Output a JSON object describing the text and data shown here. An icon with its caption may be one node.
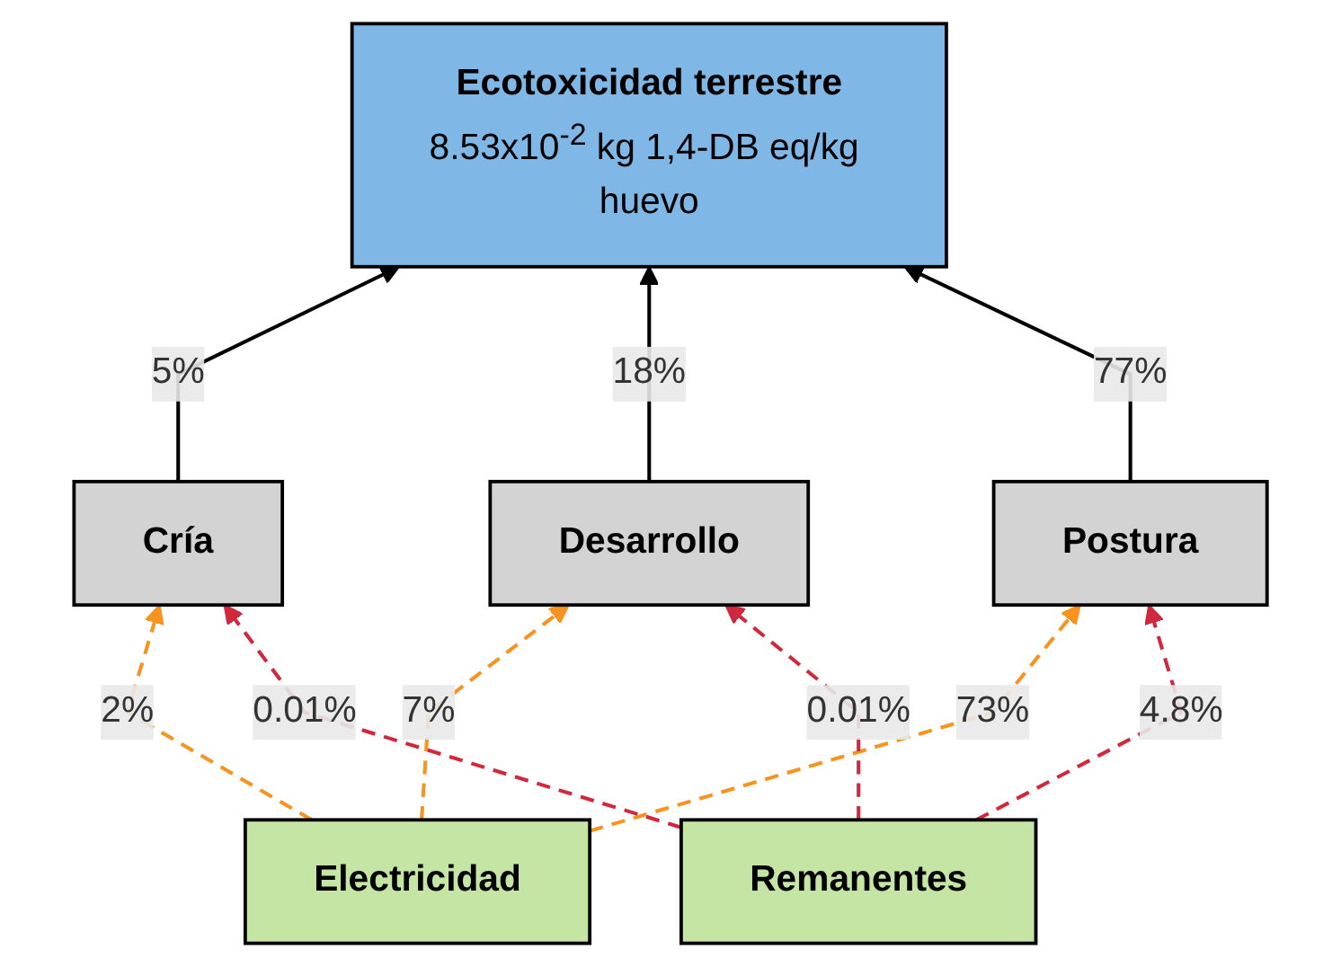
{
  "diagram": {
    "nodes": [
      {
        "text": [
          "Ecotoxicidad terrestre",
          "8.53x10$^{-2}$ kg 1,4-DB eq/kg huevo"
        ]
      },
      {
        "text": [
          "Cría"
        ]
      },
      {
        "text": [
          "Desarrollo"
        ]
      },
      {
        "text": [
          "Postura"
        ]
      },
      {
        "text": [
          "Electricidad"
        ]
      },
      {
        "text": [
          "Remanentes"
        ]
      }
    ],
    "edges": [
      {
        "from": 1,
        "to": 0,
        "arrow": "to",
        "label": "5%"
      },
      {
        "from": 2,
        "to": 0,
        "arrow": "to",
        "label": "18%"
      },
      {
        "from": 3,
        "to": 0,
        "arrow": "to",
        "label": "77%"
      },
      {
        "from": 4,
        "to": 1,
        "arrow": "to",
        "label": "2%",
        "style": "dashed",
        "color": "#f7931e"
      },
      {
        "from": 4,
        "to": 2,
        "arrow": "to",
        "label": "7%",
        "style": "dashed",
        "color": "#f7931e"
      },
      {
        "from": 4,
        "to": 3,
        "arrow": "to",
        "label": "73%",
        "style": "dashed",
        "color": "#f7931e"
      },
      {
        "from": 5,
        "to": 1,
        "arrow": "to",
        "label": "0.01%",
        "style": "dashed",
        "color": "#d0283c"
      },
      {
        "from": 5,
        "to": 2,
        "arrow": "to",
        "label": "0.01%",
        "style": "dashed",
        "color": "#d0283c"
      },
      {
        "from": 5,
        "to": 3,
        "arrow": "to",
        "label": "4.8%",
        "style": "dashed",
        "color": "#d0283c"
      }
    ]
  }
}
